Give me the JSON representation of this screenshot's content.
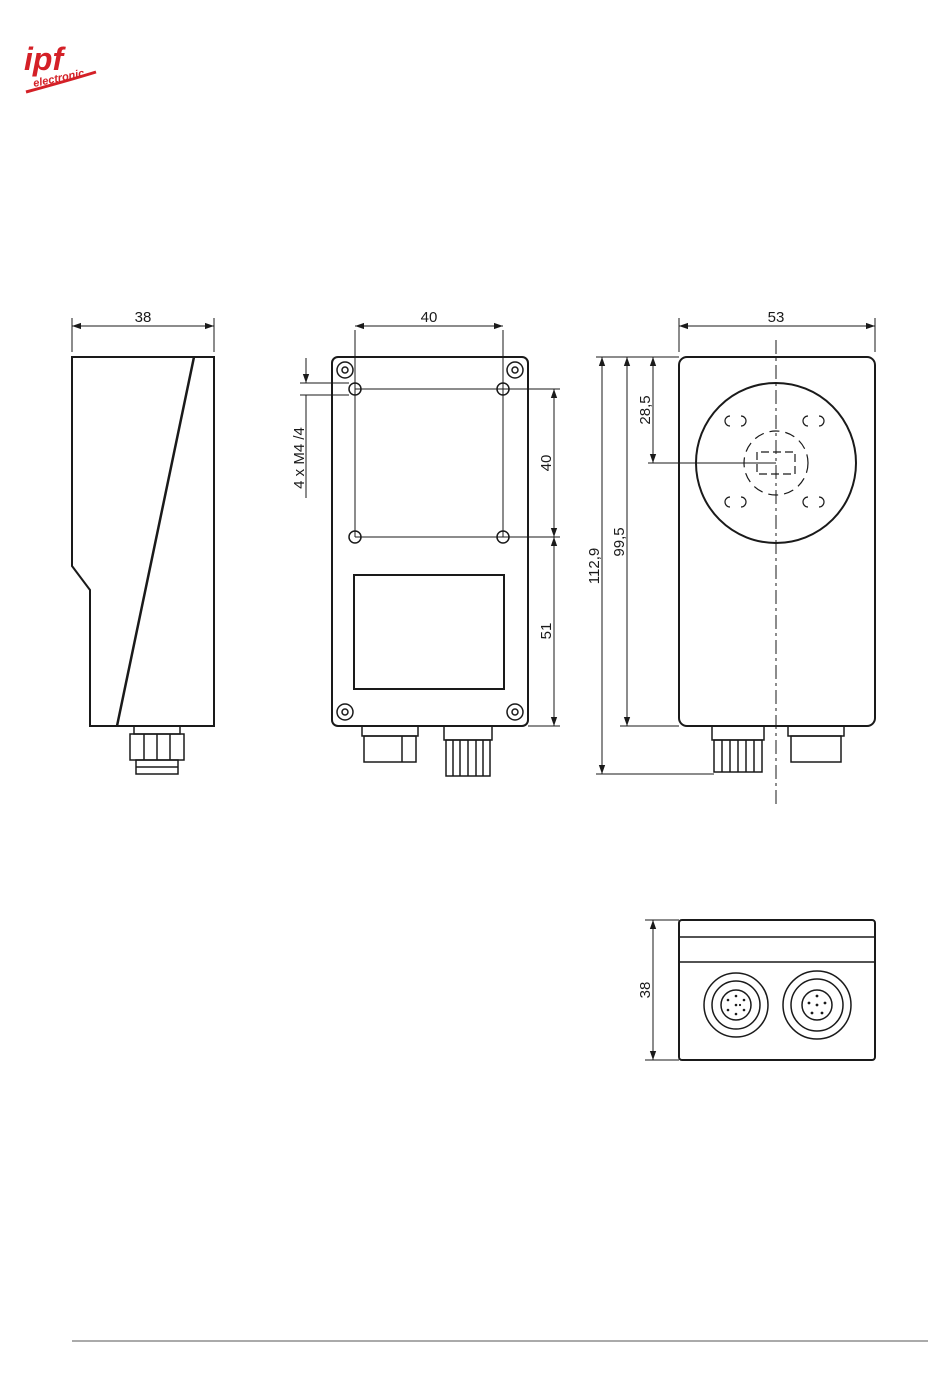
{
  "brand": {
    "logo_main": "ipf",
    "logo_sub": "electronic",
    "color": "#d42027"
  },
  "side_view": {
    "width_dim": "38"
  },
  "rear_view": {
    "width_dim": "40",
    "thread_label": "4 x M4 /4",
    "hole_spacing_dim": "40",
    "lower_dim": "51"
  },
  "front_view": {
    "width_dim": "53",
    "total_height_dim": "112,9",
    "body_height_dim": "99,5",
    "optical_axis_dim": "28,5"
  },
  "bottom_view": {
    "depth_dim": "38"
  }
}
